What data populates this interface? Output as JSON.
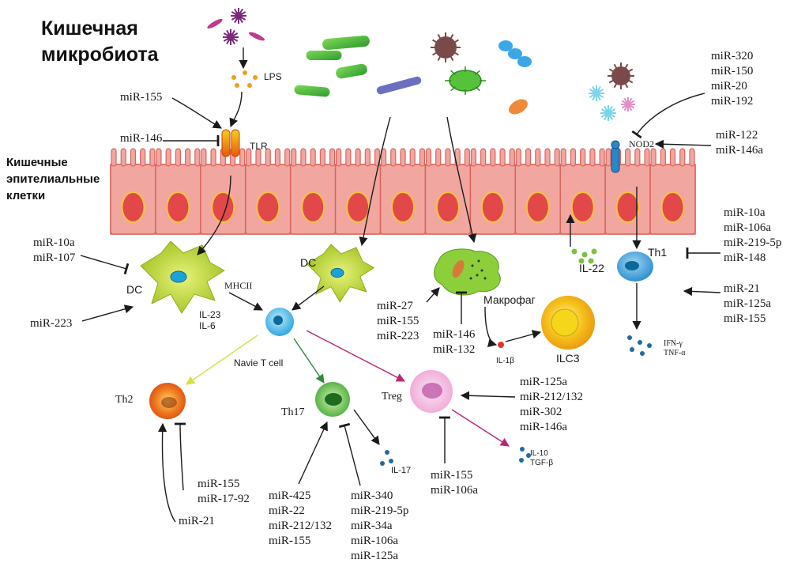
{
  "title_line1": "Кишечная",
  "title_line2": "микробиота",
  "epithelium_label": [
    "Кишечные",
    "эпителиальные",
    "клетки"
  ],
  "labels": {
    "lps": "LPS",
    "tlr": "TLR",
    "nod2": "NOD2",
    "dc_left": "DC",
    "dc_mid": "DC",
    "mhcii": "MHCII",
    "il23": "IL-23",
    "il6": "IL-6",
    "naive_t": "Navie T cell",
    "th2": "Th2",
    "th17": "Th17",
    "treg": "Treg",
    "il17": "IL-17",
    "il10": "IL-10",
    "tgfb": "TGF-β",
    "macrophage": "Макрофаг",
    "il1b": "IL-1β",
    "ilc3": "ILC3",
    "il22": "IL-22",
    "th1": "Th1",
    "ifng": "IFN-γ",
    "tnfa": "TNF-α"
  },
  "mirna": {
    "tlr_activate": [
      "miR-155"
    ],
    "tlr_inhibit": [
      "miR-146"
    ],
    "nod2_inhibit": [
      "miR-320",
      "miR-150",
      "miR-20",
      "miR-192"
    ],
    "nod2_activate": [
      "miR-122",
      "miR-146a"
    ],
    "dc_inhibit": [
      "miR-10a",
      "miR-107"
    ],
    "dc_activate": [
      "miR-223"
    ],
    "macrophage_activate": [
      "miR-27",
      "miR-155",
      "miR-223"
    ],
    "macrophage_inhibit": [
      "miR-146",
      "miR-132"
    ],
    "th1_inhibit": [
      "miR-10a",
      "miR-106a",
      "miR-219-5p",
      "miR-148"
    ],
    "th1_activate": [
      "miR-21",
      "miR-125a",
      "miR-155"
    ],
    "treg_activate": [
      "miR-125a",
      "miR-212/132",
      "miR-302",
      "miR-146a"
    ],
    "treg_inhibit": [
      "miR-155",
      "miR-106a"
    ],
    "th2_inhibit": [
      "miR-155",
      "miR-17-92"
    ],
    "th2_activate": [
      "miR-21"
    ],
    "th17_activate": [
      "miR-425",
      "miR-22",
      "miR-212/132",
      "miR-155"
    ],
    "th17_inhibit": [
      "miR-340",
      "miR-219-5p",
      "miR-34a",
      "miR-106a",
      "miR-125a"
    ]
  },
  "colors": {
    "epithelium_fill": "#f2a6a0",
    "epithelium_stroke": "#d9655d",
    "nucleus": "#e2484a",
    "nucleus_ring": "#f5c343",
    "arrow": "#1a1a1a",
    "th2_arrow": "#d7e043",
    "th17_arrow": "#2f8a3a",
    "treg_arrow": "#b8287a",
    "dc_fill": "#c4de3b",
    "t_cell": "#2fa9e0",
    "cytokine_blue": "#1f6aa5"
  }
}
